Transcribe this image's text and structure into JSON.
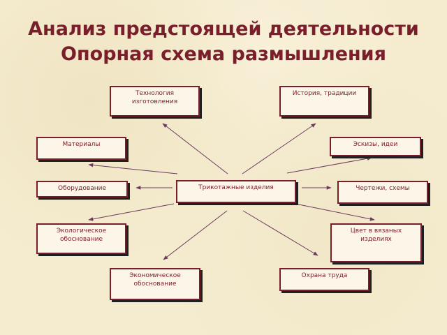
{
  "title_line1": "Анализ предстоящей деятельности",
  "title_line2": "Опорная схема размышления",
  "center": "Трикотажные изделия",
  "nodes": {
    "technology": "Технология\nизготовления",
    "history": "История, традиции",
    "materials": "Материалы",
    "sketches": "Эскизы, идеи",
    "equipment": "Оборудование",
    "drawings": "Чертежи, схемы",
    "ecology": "Экологическое\nобоснование",
    "color": "Цвет в вязаных\nизделиях",
    "economy": "Экономическое\nобоснование",
    "safety": "Охрана труда"
  },
  "colors": {
    "text": "#7a1e2c",
    "border": "#7a1e2c",
    "shadow": "#1f1f1f",
    "arrow": "#6b3a5e",
    "background": "#f5ecd0"
  }
}
